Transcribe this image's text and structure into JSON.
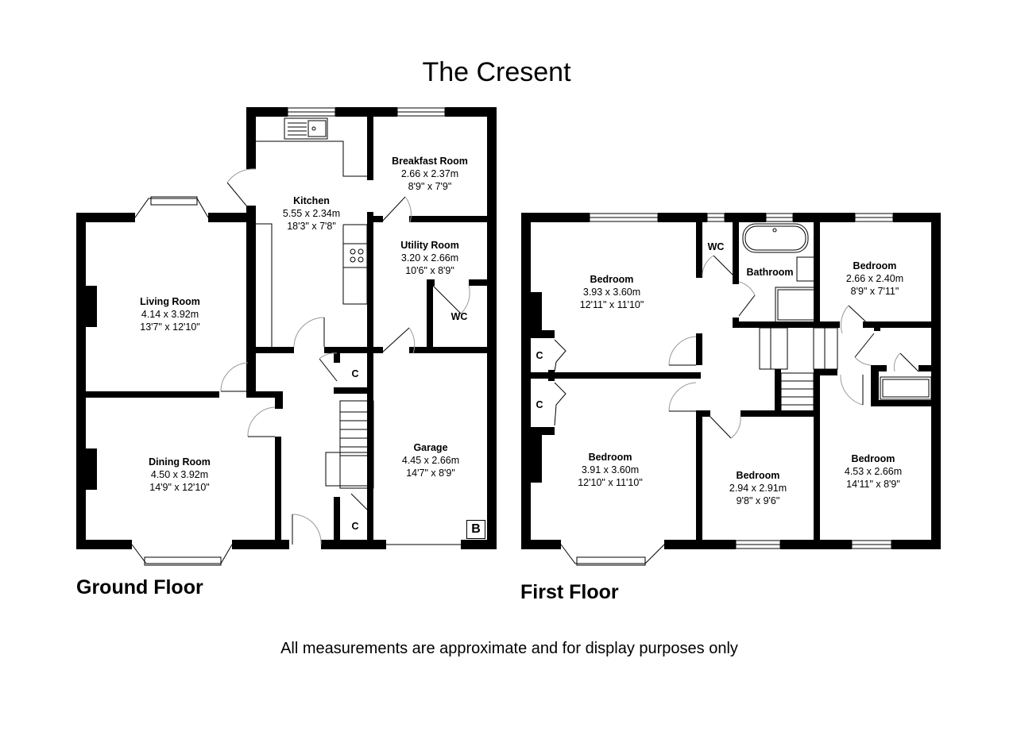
{
  "title": "The Cresent",
  "footer": "All measurements are approximate and for display purposes only",
  "floors": {
    "ground": {
      "label": "Ground Floor",
      "rooms": [
        {
          "name": "Kitchen",
          "metric": "5.55 x 2.34m",
          "imperial": "18'3\" x 7'8\""
        },
        {
          "name": "Breakfast Room",
          "metric": "2.66 x 2.37m",
          "imperial": "8'9\" x 7'9\""
        },
        {
          "name": "Utility Room",
          "metric": "3.20 x 2.66m",
          "imperial": "10'6\" x 8'9\""
        },
        {
          "name": "Living Room",
          "metric": "4.14 x 3.92m",
          "imperial": "13'7\" x 12'10\""
        },
        {
          "name": "Dining Room",
          "metric": "4.50 x 3.92m",
          "imperial": "14'9\" x 12'10\""
        },
        {
          "name": "Garage",
          "metric": "4.45 x 2.66m",
          "imperial": "14'7\" x 8'9\""
        }
      ],
      "tags": {
        "wc": "WC",
        "cupboard_1": "C",
        "cupboard_2": "C",
        "boiler": "B"
      }
    },
    "first": {
      "label": "First Floor",
      "rooms": [
        {
          "name": "Bedroom",
          "metric": "3.93 x 3.60m",
          "imperial": "12'11\" x 11'10\""
        },
        {
          "name": "Bedroom",
          "metric": "2.66 x 2.40m",
          "imperial": "8'9\" x 7'11\""
        },
        {
          "name": "Bedroom",
          "metric": "3.91 x 3.60m",
          "imperial": "12'10\" x 11'10\""
        },
        {
          "name": "Bedroom",
          "metric": "2.94 x 2.91m",
          "imperial": "9'8\" x 9'6\""
        },
        {
          "name": "Bedroom",
          "metric": "4.53 x 2.66m",
          "imperial": "14'11\" x 8'9\""
        }
      ],
      "tags": {
        "wc": "WC",
        "bathroom": "Bathroom",
        "cupboard_1": "C",
        "cupboard_2": "C"
      }
    }
  }
}
